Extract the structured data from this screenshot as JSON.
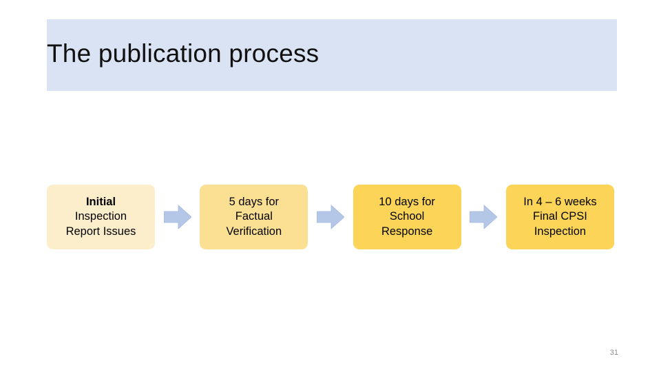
{
  "slide": {
    "title": "The publication process",
    "slide_number": "31",
    "banner_color": "#dae3f3",
    "arrow_color": "#b4c7e7",
    "arrow_icon": "right-block-arrow-icon"
  },
  "flow": {
    "steps": [
      {
        "id": "initial-inspection-report-issues",
        "fill": "#fdeecb",
        "lines": [
          {
            "text": "Initial",
            "bold": true
          },
          {
            "text": "Inspection",
            "bold": false
          },
          {
            "text": "Report Issues",
            "bold": false
          }
        ]
      },
      {
        "id": "factual-verification",
        "fill": "#fbdf92",
        "lines": [
          {
            "text": "5 days for",
            "bold": false
          },
          {
            "text": "Factual",
            "bold": false
          },
          {
            "text": "Verification",
            "bold": false
          }
        ]
      },
      {
        "id": "school-response",
        "fill": "#fbd458",
        "lines": [
          {
            "text": "10 days for",
            "bold": false
          },
          {
            "text": "School",
            "bold": false
          },
          {
            "text": "Response",
            "bold": false
          }
        ]
      },
      {
        "id": "final-cpsi-inspection",
        "fill": "#fbd458",
        "lines": [
          {
            "text": "In 4 – 6 weeks",
            "bold": false
          },
          {
            "text": "Final CPSI",
            "bold": false
          },
          {
            "text": "Inspection",
            "bold": false
          }
        ]
      }
    ],
    "connectors": [
      {
        "id": "arrow-1"
      },
      {
        "id": "arrow-2"
      },
      {
        "id": "arrow-3"
      }
    ]
  }
}
